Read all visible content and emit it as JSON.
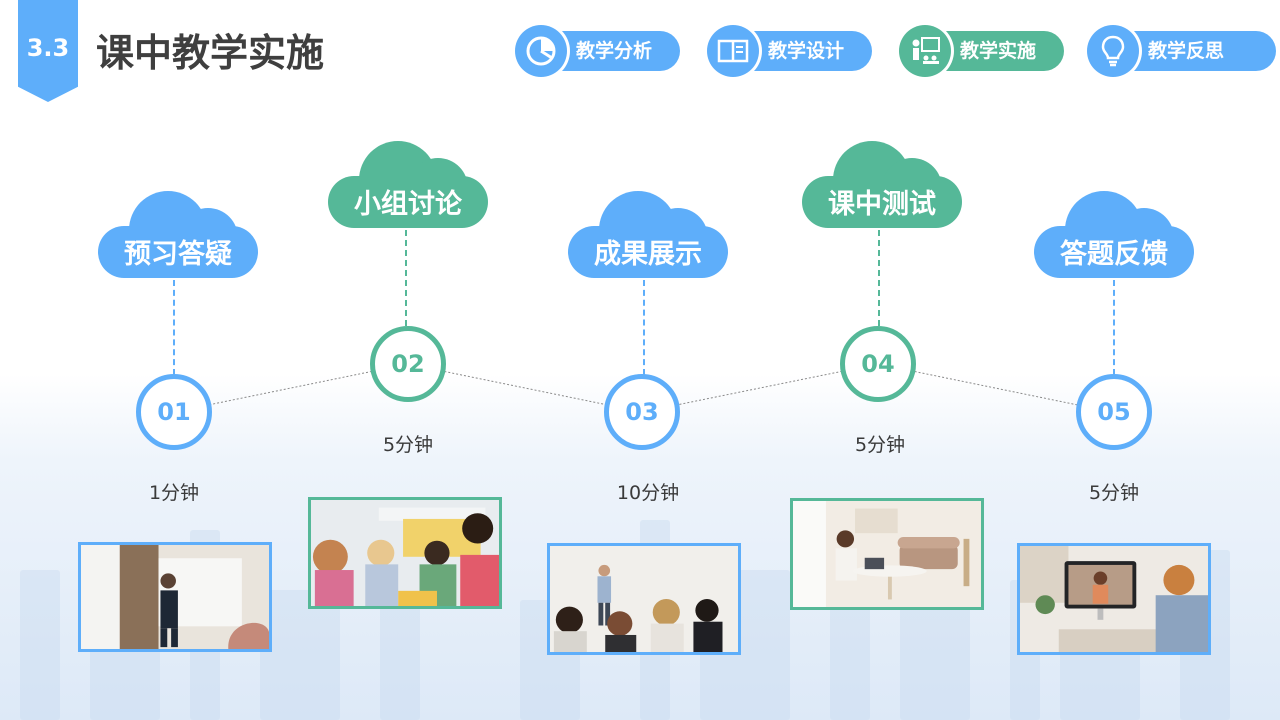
{
  "header": {
    "section_number": "3.3",
    "title": "课中教学实施"
  },
  "nav": [
    {
      "label": "教学分析",
      "icon": "pie-chart-icon"
    },
    {
      "label": "教学设计",
      "icon": "open-book-icon"
    },
    {
      "label": "教学实施",
      "icon": "teacher-board-icon"
    },
    {
      "label": "教学反思",
      "icon": "lightbulb-icon"
    }
  ],
  "steps": [
    {
      "label": "预习答疑",
      "number": "01",
      "duration": "1分钟",
      "photo": "teacher-presenting-photo"
    },
    {
      "label": "小组讨论",
      "number": "02",
      "duration": "5分钟",
      "photo": "group-discussion-photo"
    },
    {
      "label": "成果展示",
      "number": "03",
      "duration": "10分钟",
      "photo": "presentation-audience-photo"
    },
    {
      "label": "课中测试",
      "number": "04",
      "duration": "5分钟",
      "photo": "laptop-test-photo"
    },
    {
      "label": "答题反馈",
      "number": "05",
      "duration": "5分钟",
      "photo": "video-call-feedback-photo"
    }
  ],
  "colors": {
    "blue": "#5eaefa",
    "green": "#55b898",
    "title": "#3f3f3f"
  }
}
